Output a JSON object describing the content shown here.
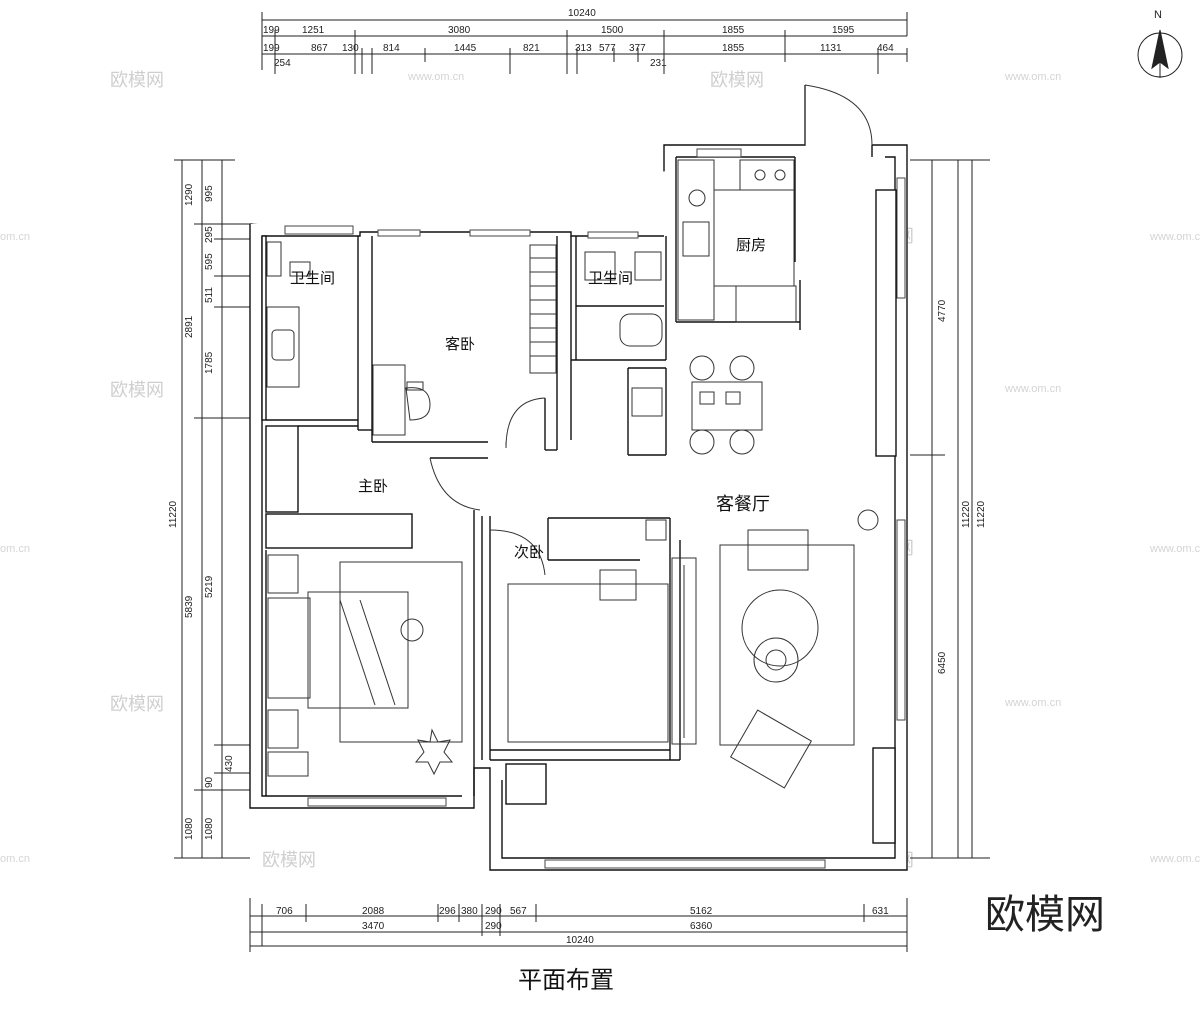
{
  "plan": {
    "title": "平面布置",
    "brand": "欧模网",
    "watermark": "欧模网",
    "watermark_url": "www.om.cn",
    "watermark_url_short": "om.cn",
    "north": "N",
    "rooms": {
      "bath_left": "卫生间",
      "guest_bedroom": "客卧",
      "bath_mid": "卫生间",
      "kitchen": "厨房",
      "master_bedroom": "主卧",
      "second_bedroom": "次卧",
      "living_dining": "客餐厅"
    },
    "dims_top": {
      "total": "10240",
      "row1": [
        "199",
        "1251",
        "3080",
        "1500",
        "1855",
        "1595"
      ],
      "row2": [
        "199",
        "867",
        "130",
        "814",
        "1445",
        "821",
        "313",
        "577",
        "377",
        "1855",
        "1131",
        "464"
      ],
      "row3": [
        "254",
        "231"
      ]
    },
    "dims_bottom": {
      "row1": [
        "706",
        "2088",
        "296",
        "380",
        "290",
        "567",
        "5162",
        "631"
      ],
      "row2": [
        "3470",
        "290",
        "6360"
      ],
      "total": "10240"
    },
    "dims_left": {
      "outer": [
        "1290",
        "2891",
        "5839",
        "1080"
      ],
      "total": "11220",
      "inner": [
        "995",
        "295",
        "595",
        "511",
        "1785",
        "5219",
        "430",
        "90",
        "1080"
      ]
    },
    "dims_right": {
      "col1": [
        "4770",
        "6450"
      ],
      "col2": "11220",
      "col3": "11220"
    }
  }
}
